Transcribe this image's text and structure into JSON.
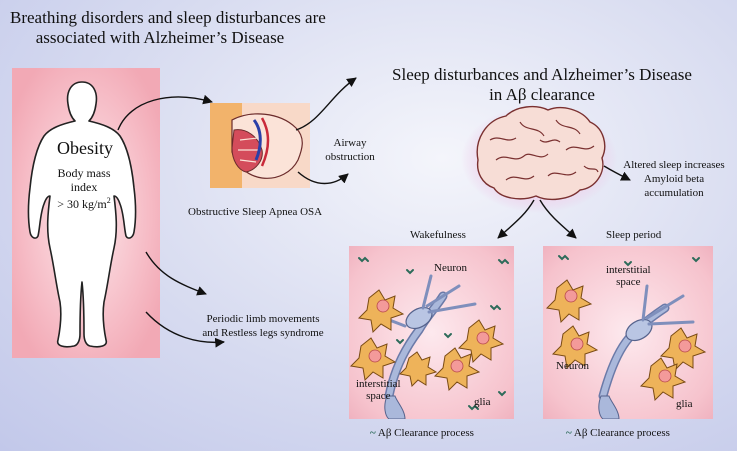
{
  "main_title": [
    "Breathing disorders and sleep disturbances are",
    "associated with Alzheimer’s Disease"
  ],
  "right_title": [
    "Sleep disturbances and Alzheimer’s Disease",
    "in Aβ clearance"
  ],
  "obesity": {
    "heading": "Obesity",
    "bmi_line1": "Body mass",
    "bmi_line2": "index",
    "bmi_line3": "> 30 kg/m",
    "bmi_sup": "2"
  },
  "osa_label": "Obstructive Sleep Apnea OSA",
  "airway_label": [
    "Airway",
    "obstruction"
  ],
  "plm_label": [
    "Periodic limb movements",
    "and Restless legs syndrome"
  ],
  "altered_sleep_label": [
    "Altered sleep increases",
    "Amyloid beta",
    "accumulation"
  ],
  "wakefulness": {
    "heading": "Wakefulness",
    "neuron": "Neuron",
    "interstitial": [
      "interstitial",
      "space"
    ],
    "glia": "glia",
    "caption": "Aβ Clearance process"
  },
  "sleep": {
    "heading": "Sleep period",
    "neuron": "Neuron",
    "interstitial": [
      "interstitial",
      "space"
    ],
    "glia": "glia",
    "caption": "Aβ Clearance process"
  },
  "colors": {
    "background": "#d7dbf0",
    "body_glow": "#f5b5c0",
    "panel_pink": "#f7c6cf",
    "glia_orange": "#e8a53a",
    "neuron_blue": "#a9b8d8"
  }
}
